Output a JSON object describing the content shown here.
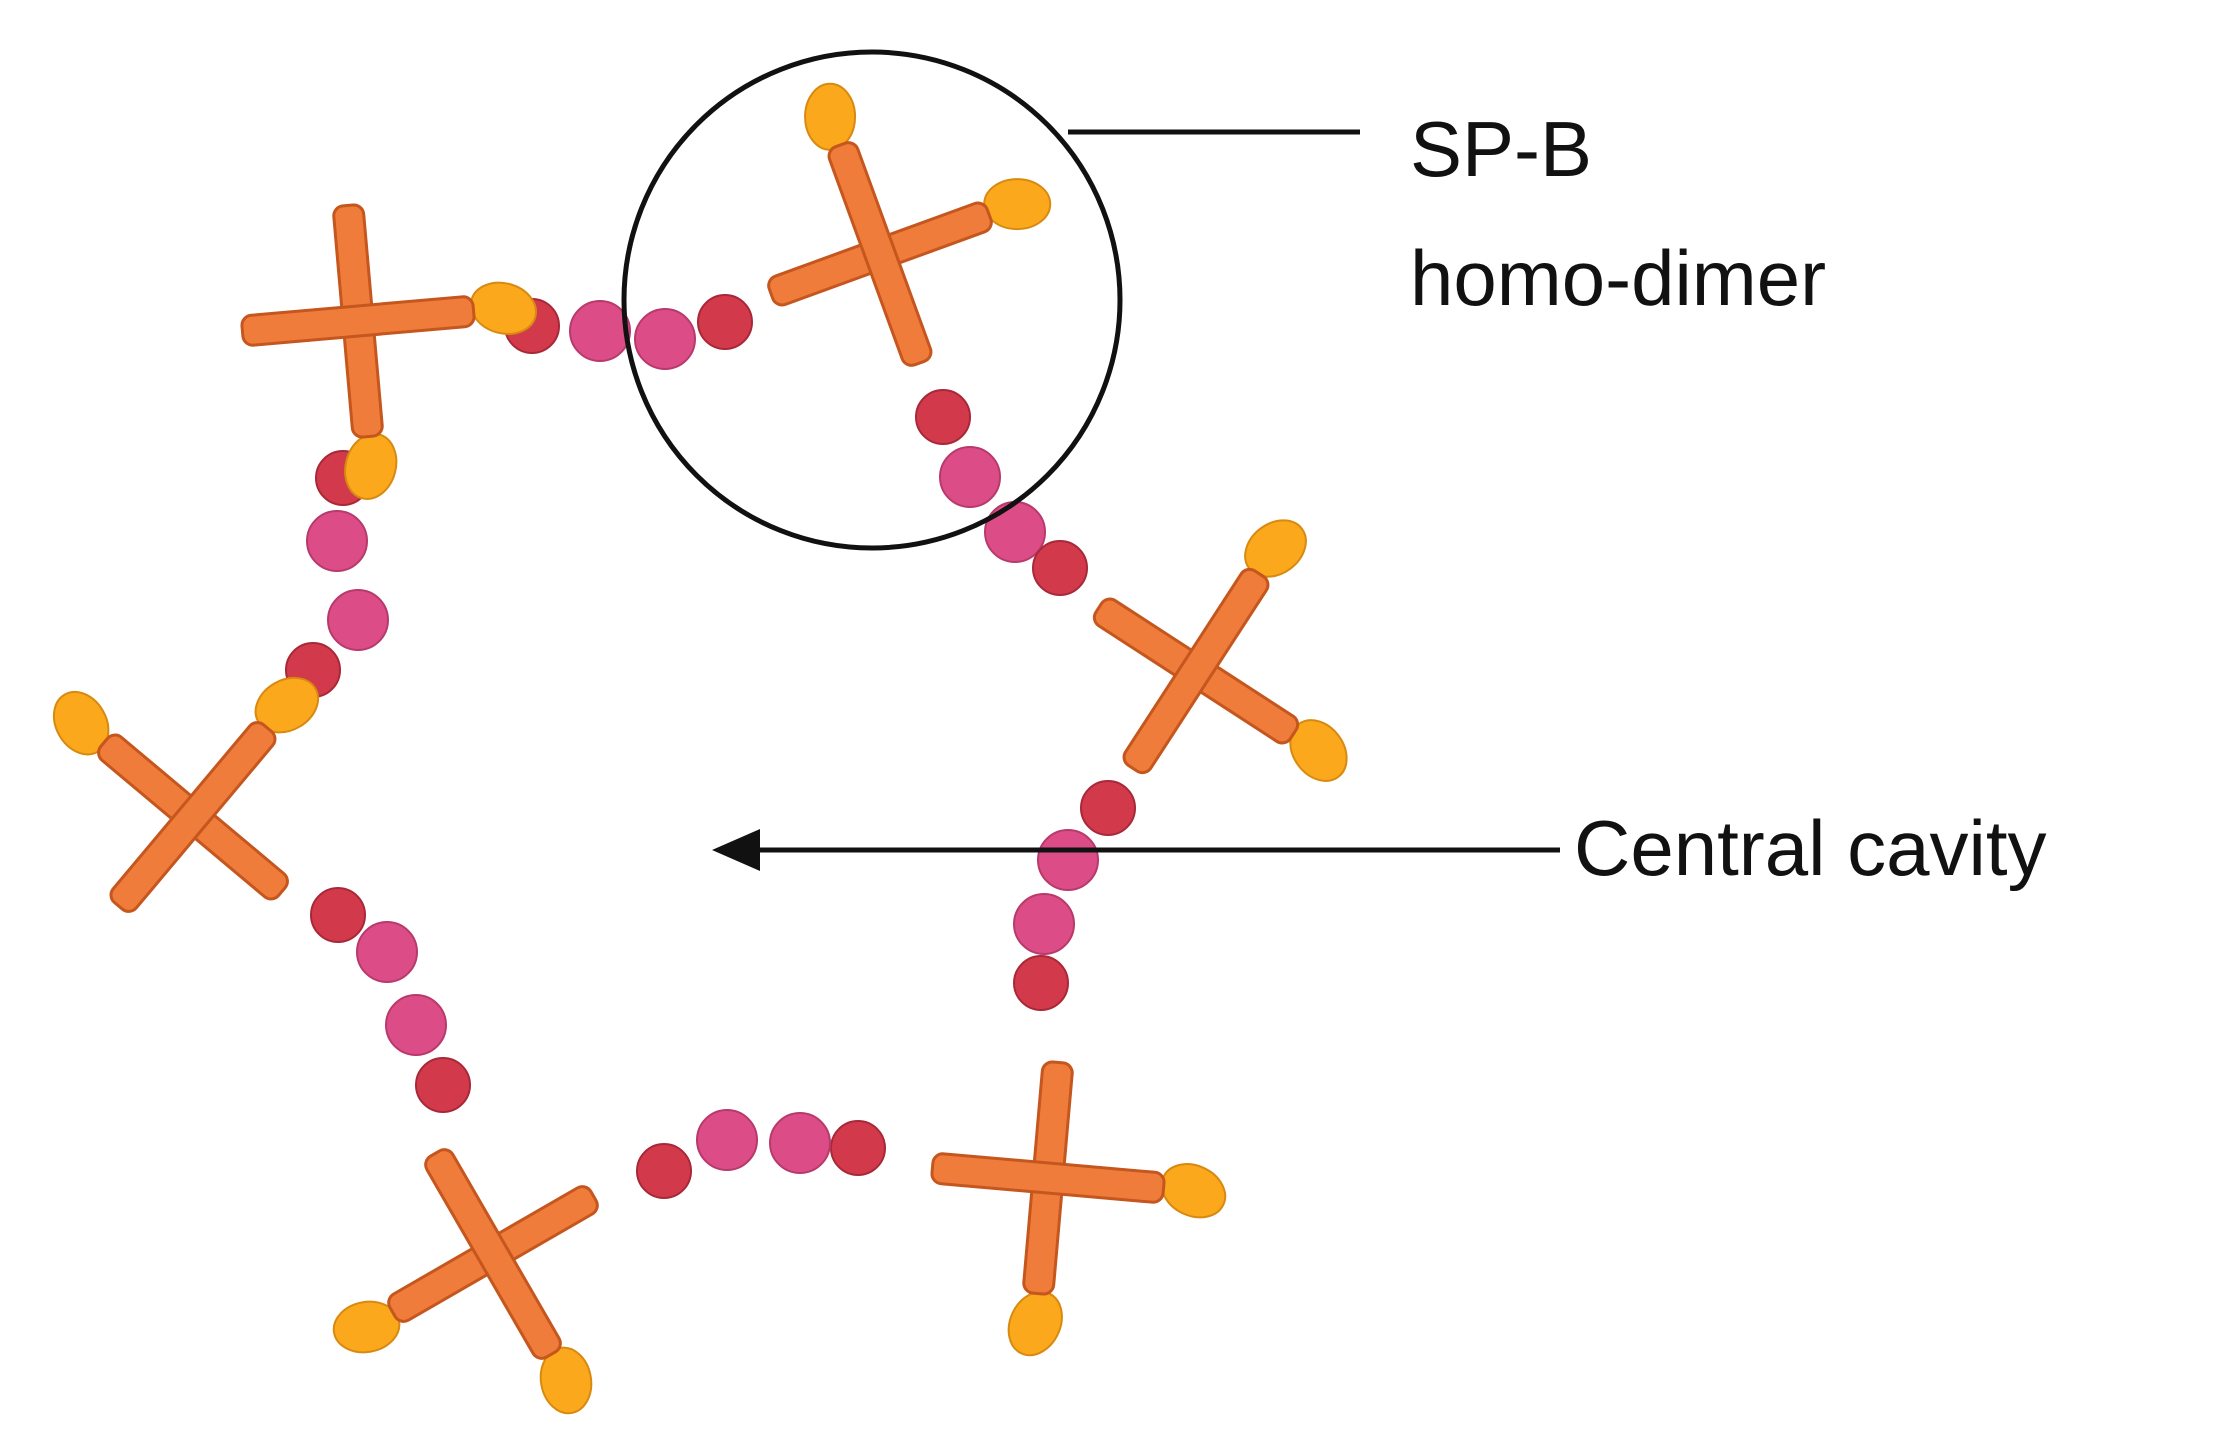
{
  "labels": {
    "dimer_label_line1": "SP-B",
    "dimer_label_line2": "homo-dimer",
    "cavity_label": "Central cavity"
  },
  "colors": {
    "rod_fill": "#f07c3c",
    "rod_stroke": "#c4561e",
    "cap_fill": "#fba81c",
    "cap_stroke": "#d88a10",
    "bead_red": "#d23a4c",
    "bead_red_stroke": "#a82838",
    "bead_pink": "#dc4c86",
    "bead_pink_stroke": "#b83a6c",
    "outline": "#111111"
  },
  "icons": {
    "monomer": "cross-shaped-protein-icon",
    "bead": "amino-acid-bead-icon"
  }
}
